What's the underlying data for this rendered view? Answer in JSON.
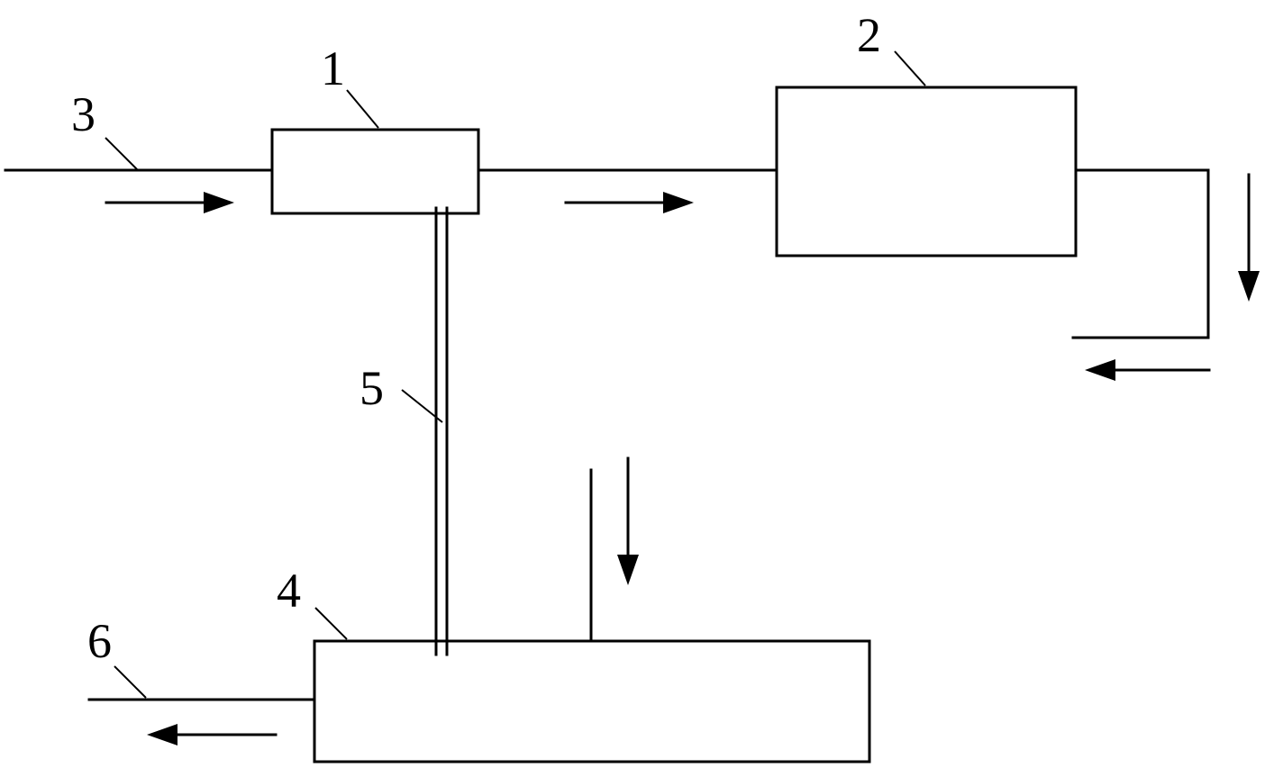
{
  "labels": {
    "l1": "1",
    "l2": "2",
    "l3": "3",
    "l4": "4",
    "l5": "5",
    "l6": "6"
  },
  "colors": {
    "ink": "#000000",
    "background": "#ffffff"
  }
}
